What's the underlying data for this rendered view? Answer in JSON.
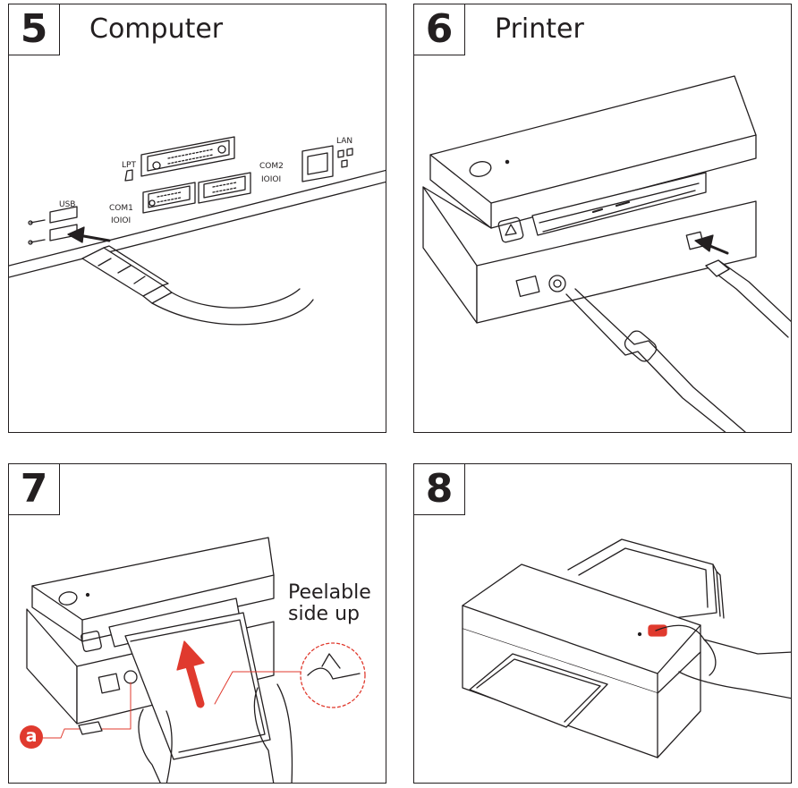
{
  "steps": [
    {
      "number": "5",
      "title": "Computer"
    },
    {
      "number": "6",
      "title": "Printer"
    },
    {
      "number": "7",
      "title": ""
    },
    {
      "number": "8",
      "title": ""
    }
  ],
  "computer_port_labels": {
    "usb": "USB",
    "lpt": "LPT",
    "com1": "COM1",
    "com2": "COM2",
    "lan": "LAN",
    "com1_pins": "IOIOI",
    "com2_pins": "IOIOI"
  },
  "step7": {
    "callout": [
      "Peelable",
      "side up"
    ],
    "marker": "a"
  },
  "colors": {
    "line": "#231f20",
    "accent": "#e03a2e"
  }
}
